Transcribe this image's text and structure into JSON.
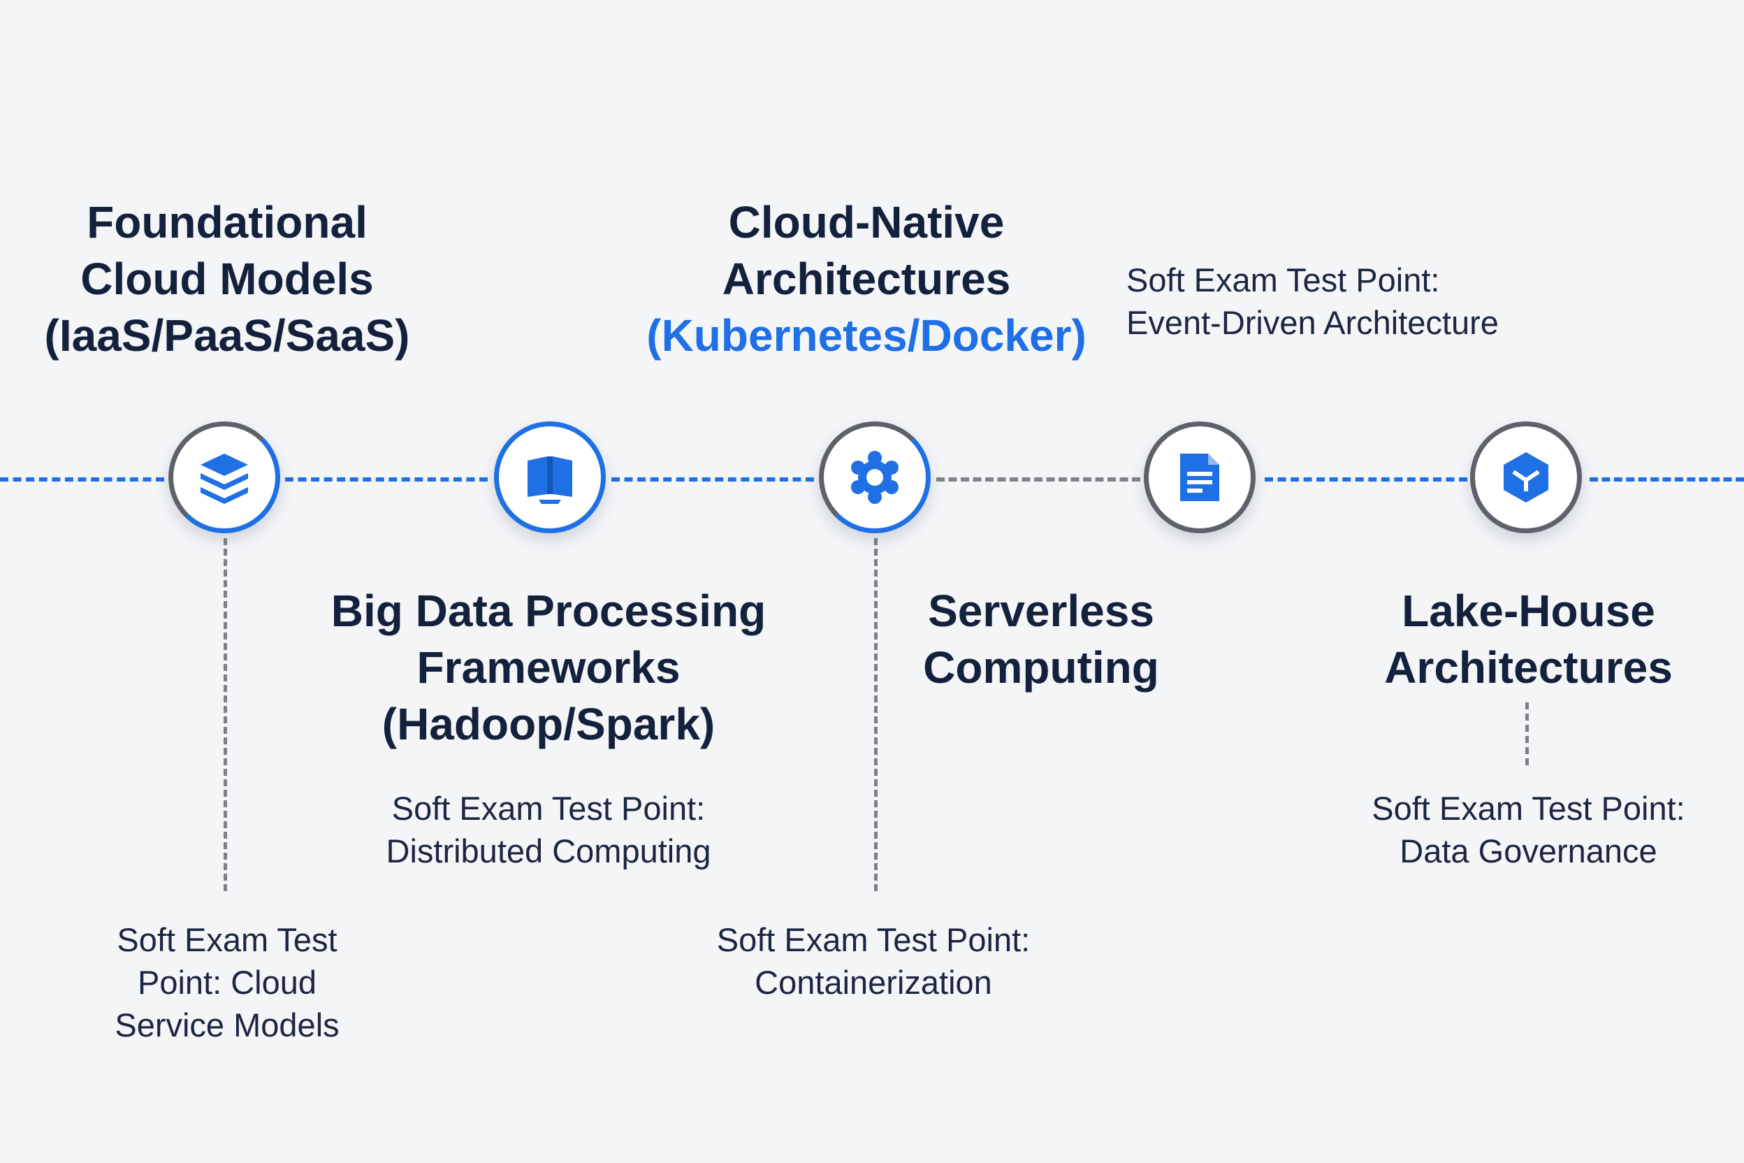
{
  "stages": [
    {
      "title_lines": [
        "Foundational",
        "Cloud Models",
        "(IaaS/PaaS/SaaS)"
      ],
      "icon": "layers-stack-icon",
      "note_lines": [
        "Soft Exam Test",
        "Point: Cloud",
        "Service Models"
      ]
    },
    {
      "title_lines": [
        "Big Data Processing",
        "Frameworks",
        "(Hadoop/Spark)"
      ],
      "icon": "open-book-icon",
      "note_lines": [
        "Soft Exam Test Point:",
        "Distributed Computing"
      ]
    },
    {
      "title_lines": [
        "Cloud-Native",
        "Architectures"
      ],
      "title_accent": "(Kubernetes/Docker)",
      "icon": "gear-atom-icon",
      "note_lines": [
        "Soft Exam Test Point:",
        "Containerization"
      ]
    },
    {
      "title_lines": [
        "Serverless",
        "Computing"
      ],
      "icon": "document-icon",
      "note_lines": [
        "Soft Exam Test Point:",
        "Event-Driven Architecture"
      ]
    },
    {
      "title_lines": [
        "Lake-House",
        "Architectures"
      ],
      "icon": "cube-icon",
      "note_lines": [
        "Soft Exam Test Point:",
        "Data Governance"
      ]
    }
  ],
  "colors": {
    "accent": "#1f6fe5",
    "heading": "#14213d",
    "connector_gray": "#808287",
    "background": "#f4f5f7"
  }
}
